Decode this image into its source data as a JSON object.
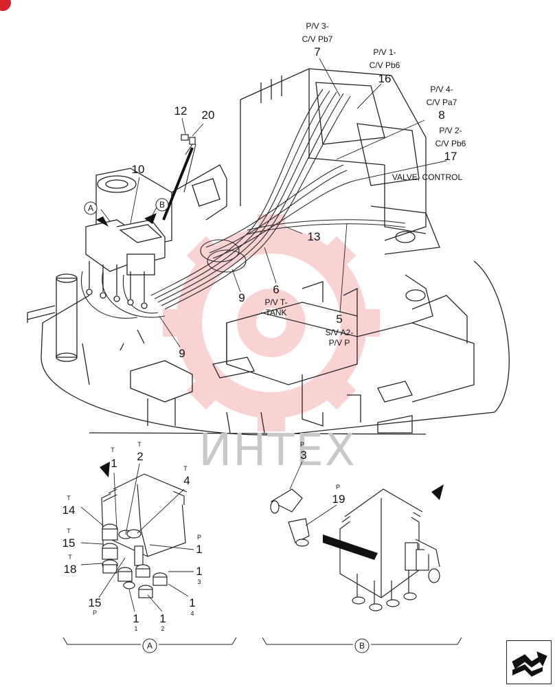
{
  "watermark": "ИНТЕХ",
  "colors": {
    "watermark_gear": "#f2a0a0",
    "line": "#222222",
    "accent_red": "#d8232a"
  },
  "callouts": {
    "c7": "7",
    "c7_text1": "P/V 3-",
    "c7_text2": "C/V Pb7",
    "c16": "16",
    "c16_text1": "P/V 1-",
    "c16_text2": "C/V Pb6",
    "c8": "8",
    "c8_text1": "P/V 4-",
    "c8_text2": "C/V Pa7",
    "c17": "17",
    "c17_text1": "P/V 2-",
    "c17_text2": "C/V Pb6",
    "valve": "VALVE, CONTROL",
    "c12": "12",
    "c20": "20",
    "c10": "10",
    "A": "A",
    "B": "B",
    "c13": "13",
    "c9a": "9",
    "c9b": "9",
    "c6": "6",
    "c6_text1": "P/V T-",
    "c6_text2": "TANK",
    "c5": "5",
    "c5_text1": "S/V A2-",
    "c5_text2": "P/V P"
  },
  "detail_a": {
    "label": "A",
    "items": [
      {
        "num": "1",
        "sup": "T"
      },
      {
        "num": "2",
        "sup": "T"
      },
      {
        "num": "4",
        "sup": "T"
      },
      {
        "num": "14",
        "sup": "T"
      },
      {
        "num": "15",
        "sup": "T"
      },
      {
        "num": "18",
        "sup": "T"
      },
      {
        "num": "1",
        "sup": "P"
      },
      {
        "num": "1",
        "sub": "3"
      },
      {
        "num": "1",
        "sub": "4"
      },
      {
        "num": "15",
        "sub": "P"
      },
      {
        "num": "1",
        "sub": "1"
      },
      {
        "num": "1",
        "sub": "2"
      }
    ]
  },
  "detail_b": {
    "label": "B",
    "items": [
      {
        "num": "3",
        "sup": "P"
      },
      {
        "num": "19",
        "sup": "P"
      }
    ]
  },
  "nav": {
    "icon": "next-page-arrow-icon"
  }
}
